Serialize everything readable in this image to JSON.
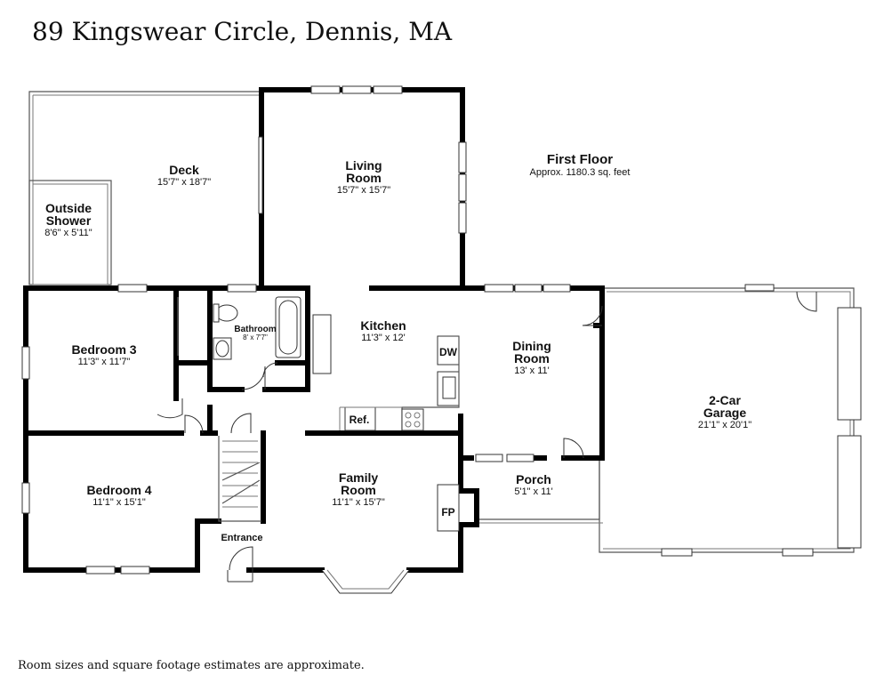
{
  "title": "89 Kingswear Circle, Dennis, MA",
  "footnote": "Room sizes and square footage estimates are approximate.",
  "floor": {
    "name": "First Floor",
    "area": "Approx. 1180.3 sq. feet"
  },
  "rooms": {
    "deck": {
      "name": "Deck",
      "dims": "15'7\" x 18'7\""
    },
    "outside_shower": {
      "name_line1": "Outside",
      "name_line2": "Shower",
      "dims": "8'6\" x 5'11\""
    },
    "living_room": {
      "name_line1": "Living",
      "name_line2": "Room",
      "dims": "15'7\" x 15'7\""
    },
    "bedroom3": {
      "name": "Bedroom 3",
      "dims": "11'3\" x 11'7\""
    },
    "bathroom": {
      "name": "Bathroom",
      "dims": "8' x 7'7\""
    },
    "kitchen": {
      "name": "Kitchen",
      "dims": "11'3\" x 12'"
    },
    "dining_room": {
      "name_line1": "Dining",
      "name_line2": "Room",
      "dims": "13' x 11'"
    },
    "garage": {
      "name_line1": "2-Car",
      "name_line2": "Garage",
      "dims": "21'1\" x 20'1\""
    },
    "bedroom4": {
      "name": "Bedroom 4",
      "dims": "11'1\" x 15'1\""
    },
    "family_room": {
      "name_line1": "Family",
      "name_line2": "Room",
      "dims": "11'1\" x 15'7\""
    },
    "porch": {
      "name": "Porch",
      "dims": "5'1\" x 11'"
    },
    "entrance": {
      "name": "Entrance"
    }
  },
  "fixtures": {
    "dishwasher": "DW",
    "refrigerator": "Ref.",
    "fireplace": "FP"
  }
}
